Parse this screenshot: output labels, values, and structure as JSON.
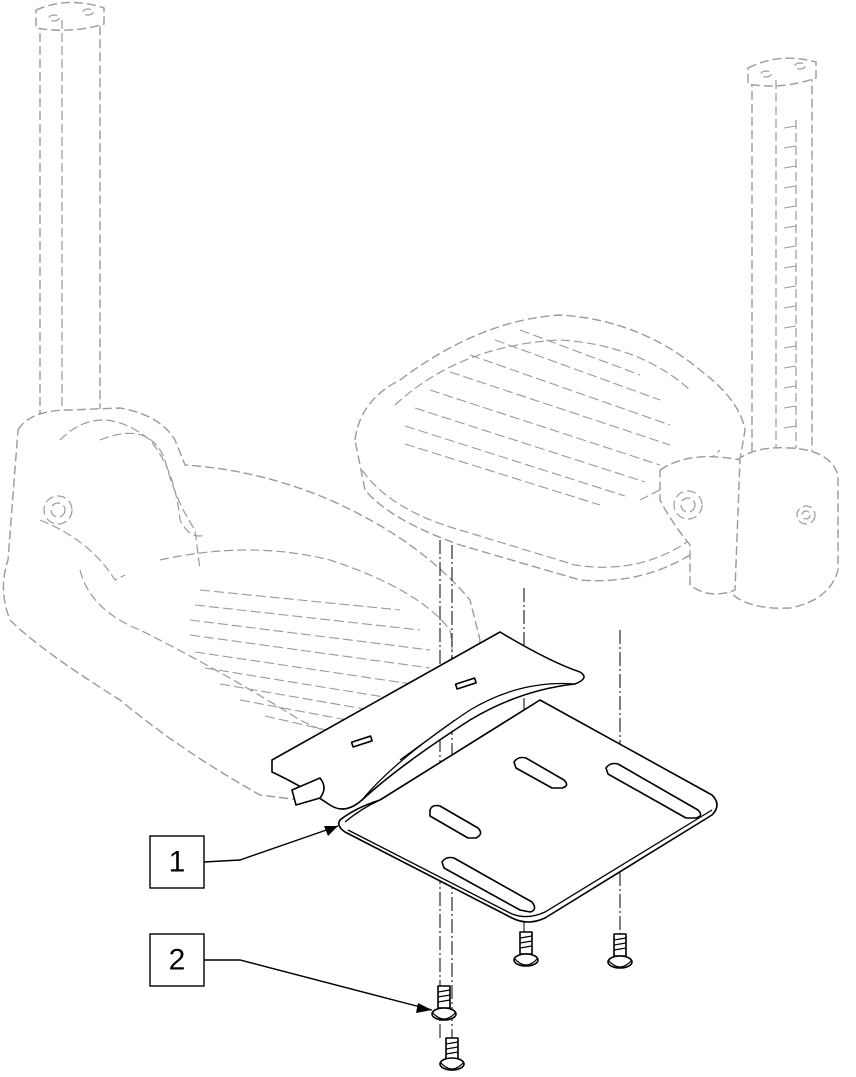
{
  "callouts": [
    {
      "label": "1",
      "part": "footplate-bracket"
    },
    {
      "label": "2",
      "part": "screw"
    }
  ],
  "colors": {
    "part_outline": "#000000",
    "ghost_outline": "#9a9a9a",
    "background": "#ffffff"
  }
}
